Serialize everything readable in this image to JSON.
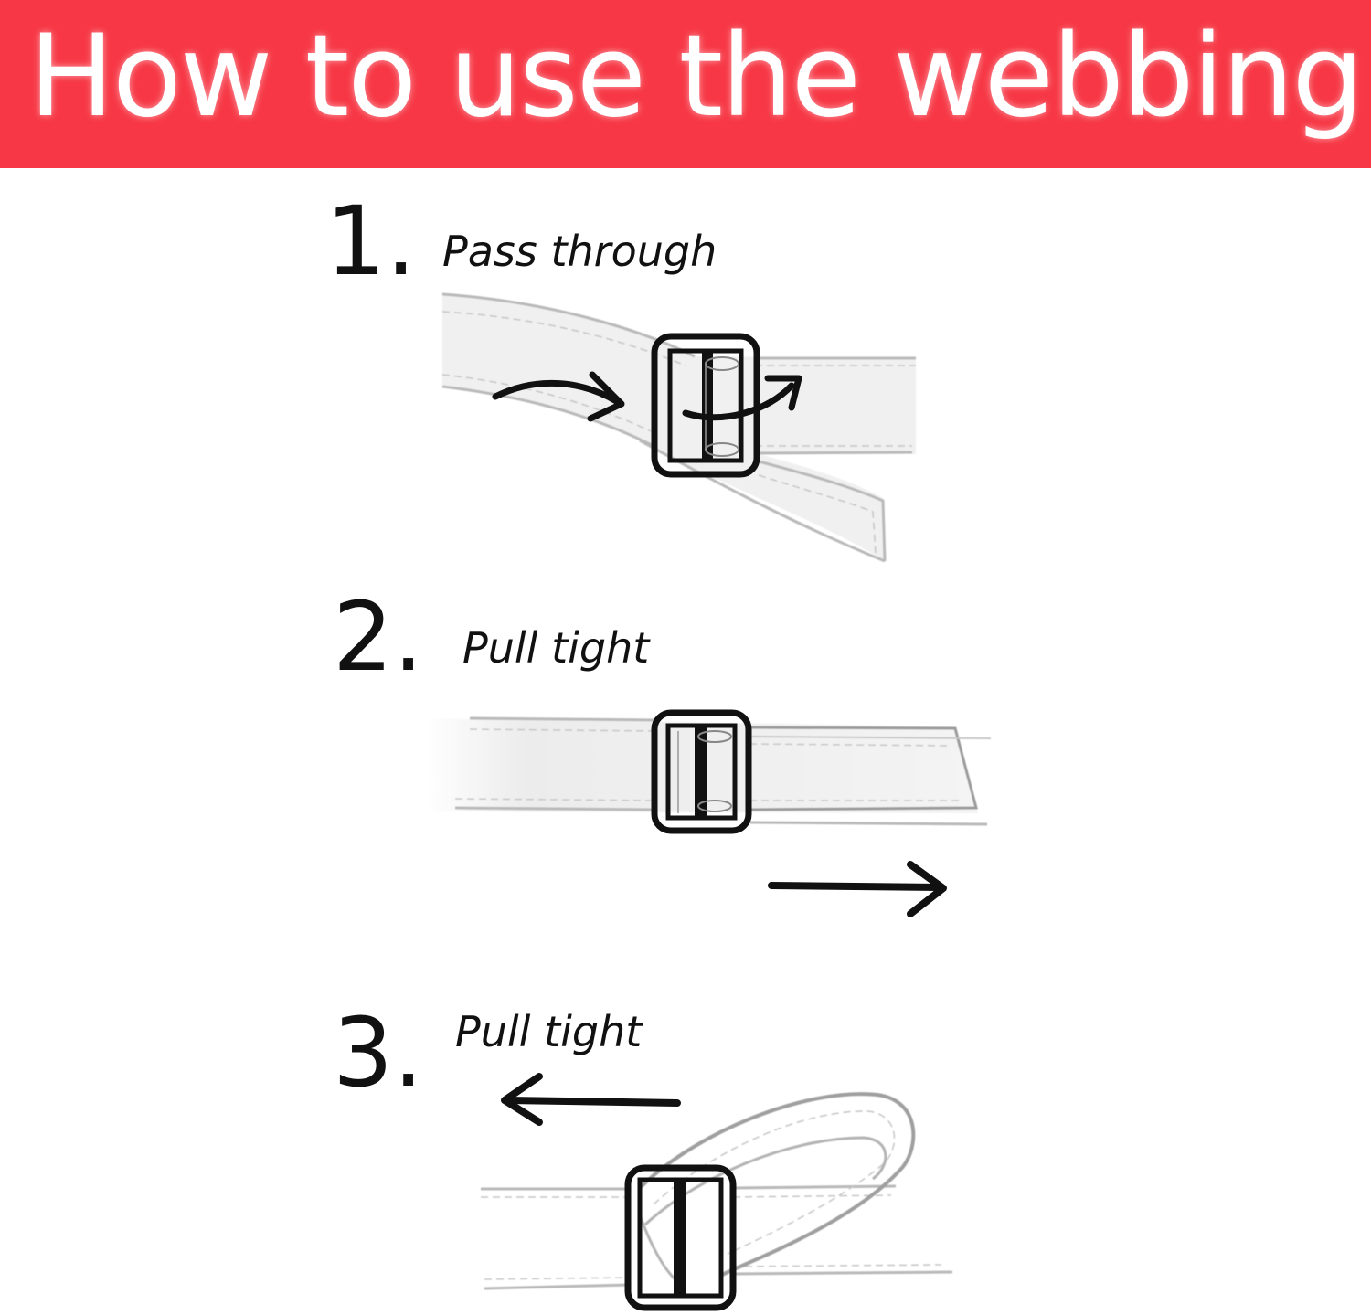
{
  "banner": {
    "title": "How to use the webbing",
    "background_color": "#f73745",
    "text_color": "#ffffff"
  },
  "steps": [
    {
      "number": "1.",
      "label": "Pass through",
      "arrows": [
        "arrow-right-curved",
        "arrow-up-right-curved"
      ]
    },
    {
      "number": "2.",
      "label": "Pull tight",
      "arrows": [
        "arrow-right"
      ]
    },
    {
      "number": "3.",
      "label": "Pull tight",
      "arrows": [
        "arrow-left"
      ]
    }
  ]
}
